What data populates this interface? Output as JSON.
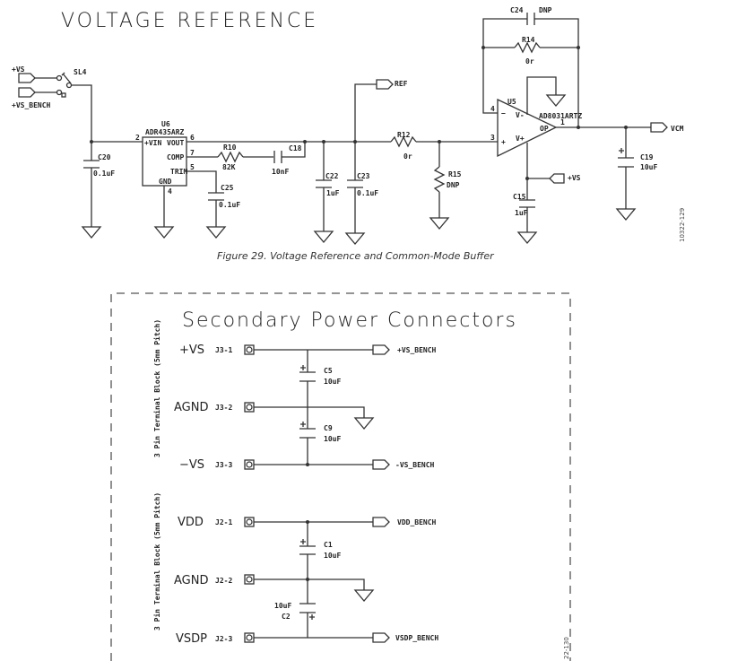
{
  "voltage_reference": {
    "title": "VOLTAGE REFERENCE",
    "caption": "Figure 29. Voltage Reference and Common-Mode Buffer",
    "figure_id": "10322-129",
    "nets": {
      "vs": "+VS",
      "vs_bench": "+VS_BENCH",
      "ref": "REF",
      "vcm": "VCM",
      "vs2": "+VS"
    },
    "switch": "SL4",
    "u6": {
      "ref": "U6",
      "part": "ADR435ARZ",
      "vin": "+VIN",
      "vout": "VOUT",
      "comp": "COMP",
      "trim": "TRIM",
      "gnd": "GND",
      "pin_vin": "2",
      "pin_vout": "6",
      "pin_comp": "7",
      "pin_trim": "5",
      "pin_gnd": "4"
    },
    "u5": {
      "ref": "U5",
      "part": "AD8031ARTZ",
      "vminus": "V-",
      "vplus": "V+",
      "op": "OP",
      "minus": "−",
      "plus": "+",
      "pin_inv": "4",
      "pin_noninv": "3",
      "pin_out": "1"
    },
    "components": {
      "c20": {
        "ref": "C20",
        "value": "0.1uF"
      },
      "r10": {
        "ref": "R10",
        "value": "82K"
      },
      "c18": {
        "ref": "C18",
        "value": "10nF"
      },
      "c25": {
        "ref": "C25",
        "value": "0.1uF"
      },
      "c22": {
        "ref": "C22",
        "value": "1uF"
      },
      "c23": {
        "ref": "C23",
        "value": "0.1uF"
      },
      "r12": {
        "ref": "R12",
        "value": "0r"
      },
      "r15": {
        "ref": "R15",
        "value": "DNP"
      },
      "c24": {
        "ref": "C24",
        "value": "DNP"
      },
      "r14": {
        "ref": "R14",
        "value": "0r"
      },
      "c15": {
        "ref": "C15",
        "value": "1uF"
      },
      "c19": {
        "ref": "C19",
        "value": "10uF"
      }
    }
  },
  "secondary_power": {
    "title": "Secondary Power Connectors",
    "block_label": "3 Pin Terminal Block (5mm Pitch)",
    "figure_id": "22-130",
    "j3": [
      {
        "name": "+VS",
        "pin": "J3-1",
        "net": "+VS_BENCH"
      },
      {
        "name": "AGND",
        "pin": "J3-2"
      },
      {
        "name": "−VS",
        "pin": "J3-3",
        "net": "-VS_BENCH"
      }
    ],
    "j3_caps": [
      {
        "ref": "C5",
        "value": "10uF"
      },
      {
        "ref": "C9",
        "value": "10uF"
      }
    ],
    "j2": [
      {
        "name": "VDD",
        "pin": "J2-1",
        "net": "VDD_BENCH"
      },
      {
        "name": "AGND",
        "pin": "J2-2"
      },
      {
        "name": "VSDP",
        "pin": "J2-3",
        "net": "VSDP_BENCH"
      }
    ],
    "j2_caps": [
      {
        "ref": "C1",
        "value": "10uF"
      },
      {
        "ref": "C2",
        "value": "10uF"
      }
    ]
  }
}
